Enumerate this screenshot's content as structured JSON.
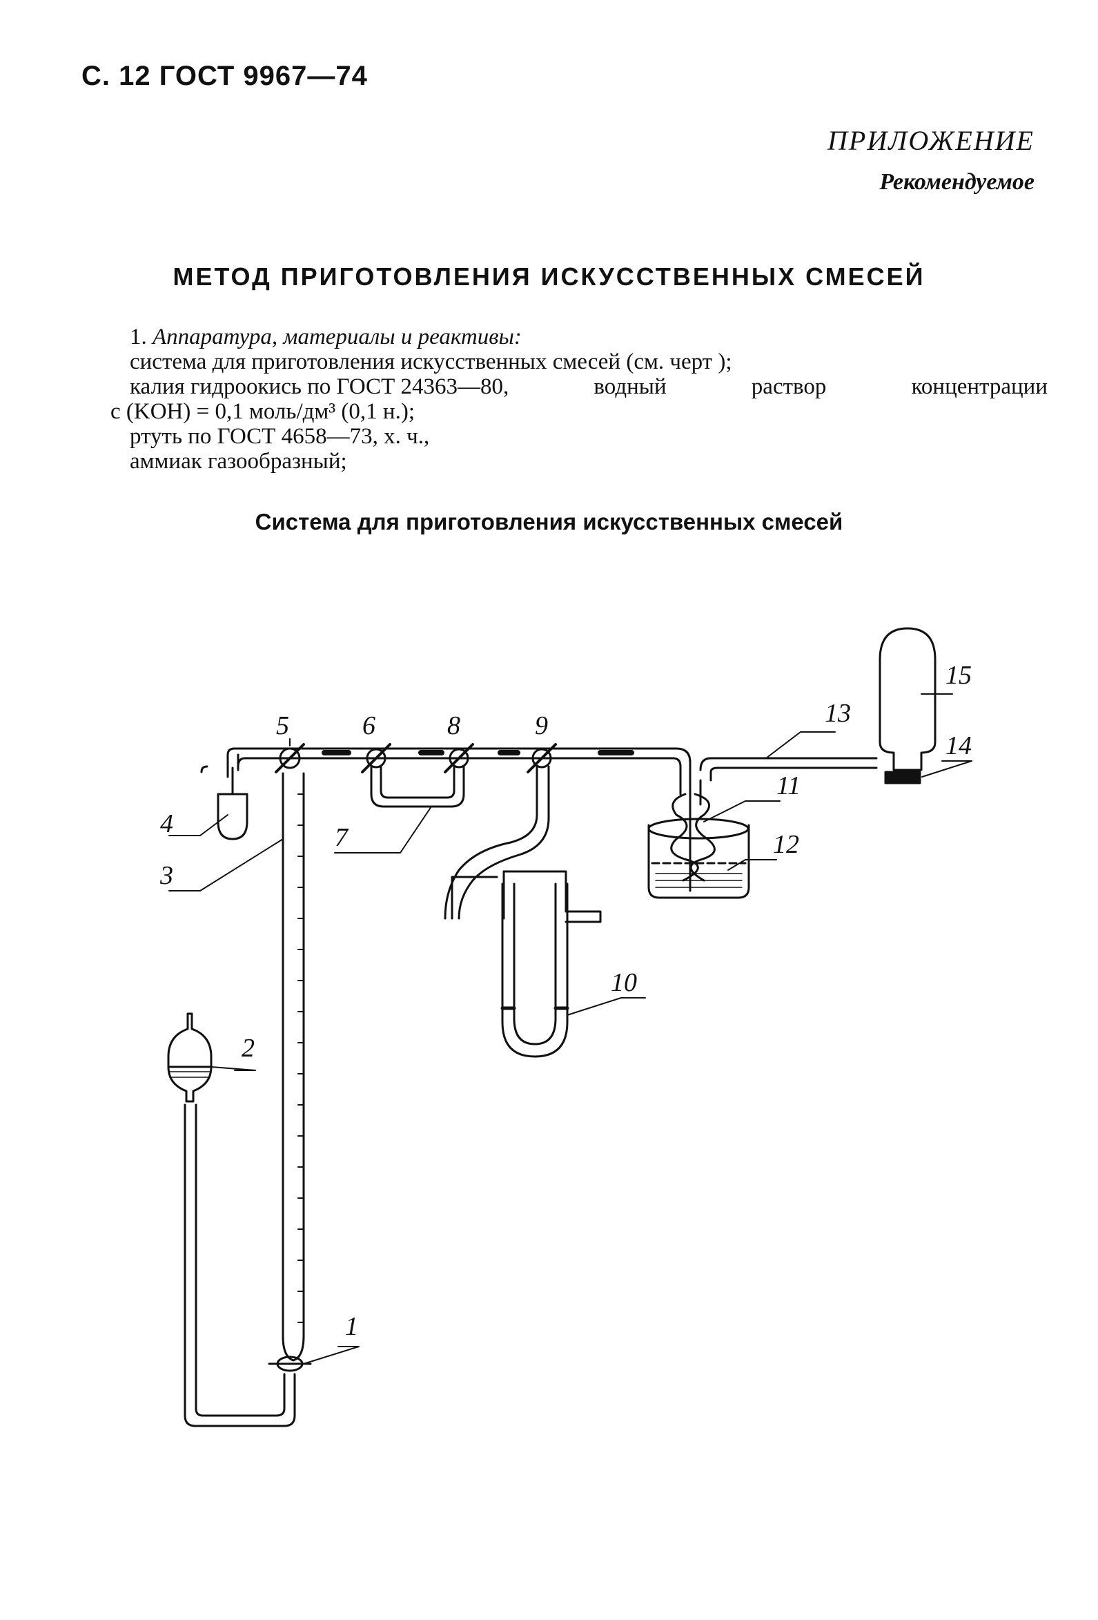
{
  "header": {
    "page_ref": "С. 12 ГОСТ 9967—74"
  },
  "appendix": {
    "title": "ПРИЛОЖЕНИЕ",
    "subtitle": "Рекомендуемое"
  },
  "main_title": "МЕТОД ПРИГОТОВЛЕНИЯ ИСКУССТВЕННЫХ СМЕСЕЙ",
  "section1": {
    "number": "1.",
    "heading": "Аппаратура, материалы и реактивы:",
    "lines": [
      "система для приготовления искусственных смесей (см. черт );",
      "калия гидроокись по ГОСТ 24363—80,",
      "водный",
      "раствор",
      "концентрации",
      "c (KOH) = 0,1 моль/дм³ (0,1 н.);",
      "ртуть по ГОСТ 4658—73, х. ч.,",
      "аммиак газообразный;"
    ]
  },
  "figure": {
    "caption": "Система для приготовления искусственных смесей",
    "labels": [
      "1",
      "2",
      "3",
      "4",
      "5",
      "6",
      "7",
      "8",
      "9",
      "10",
      "11",
      "12",
      "13",
      "14",
      "15"
    ]
  }
}
